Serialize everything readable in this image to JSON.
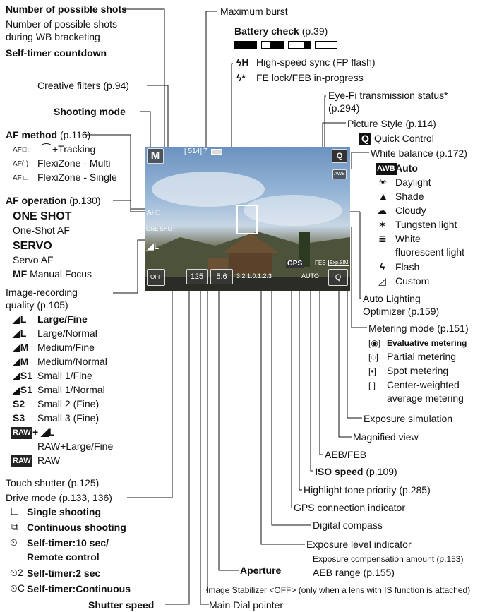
{
  "labels": {
    "num_shots": "Number of possible shots",
    "num_shots_wb1": "Number of possible shots",
    "num_shots_wb2": "during WB bracketing",
    "self_timer_countdown": "Self-timer countdown",
    "max_burst": "Maximum burst",
    "battery_check": "Battery check",
    "battery_page": " (p.39)",
    "hs_sync": "High-speed sync (FP flash)",
    "fe_lock": "FE lock/FEB in-progress",
    "creative_filters": "Creative filters (p.94)",
    "eyefi1": "Eye-Fi transmission status*",
    "eyefi2": "(p.294)",
    "shooting_mode": "Shooting mode",
    "picture_style": "Picture Style (p.114)",
    "quick_control": "Quick Control",
    "af_method": "AF method",
    "af_method_page": " (p.116)",
    "af_tracking": "+Tracking",
    "af_multi": "FlexiZone - Multi",
    "af_single": "FlexiZone - Single",
    "white_balance": "White balance (p.172)",
    "wb_auto": "Auto",
    "wb_daylight": "Daylight",
    "wb_shade": "Shade",
    "wb_cloudy": "Cloudy",
    "wb_tungsten": "Tungsten light",
    "wb_white1": "White",
    "wb_white2": "fluorescent light",
    "wb_flash": "Flash",
    "wb_custom": "Custom",
    "af_operation": "AF operation",
    "af_operation_page": " (p.130)",
    "one_shot_big": "ONE SHOT",
    "one_shot_af": "One-Shot AF",
    "servo_big": "SERVO",
    "servo_af": "Servo AF",
    "mf": "MF",
    "manual_focus": "Manual Focus",
    "alo1": "Auto Lighting",
    "alo2": "Optimizer (p.159)",
    "img_rec1": "Image-recording",
    "img_rec2": "quality (p.105)",
    "q_large_fine": "Large/Fine",
    "q_large_normal": "Large/Normal",
    "q_medium_fine": "Medium/Fine",
    "q_medium_normal": "Medium/Normal",
    "q_small1_fine": "Small 1/Fine",
    "q_small1_normal": "Small 1/Normal",
    "q_small2": "Small 2 (Fine)",
    "q_small3": "Small 3 (Fine)",
    "q_raw_large": "RAW+Large/Fine",
    "q_raw": "RAW",
    "metering_mode": "Metering mode (p.151)",
    "m_evaluative": "Evaluative metering",
    "m_partial": "Partial metering",
    "m_spot": "Spot metering",
    "m_center1": "Center-weighted",
    "m_center2": "average metering",
    "exposure_sim": "Exposure simulation",
    "magnified_view": "Magnified view",
    "touch_shutter": "Touch shutter (p.125)",
    "aeb_feb": "AEB/FEB",
    "drive_mode": "Drive mode (p.133, 136)",
    "iso_speed": "ISO speed",
    "iso_page": " (p.109)",
    "single_shooting": "Single shooting",
    "highlight_tone": "Highlight tone priority (p.285)",
    "continuous_shooting": "Continuous shooting",
    "gps_indicator": "GPS connection indicator",
    "st10_1": "Self-timer:10 sec/",
    "st10_2": "Remote control",
    "digital_compass": "Digital compass",
    "exp_level": "Exposure level indicator",
    "st2": "Self-timer:2 sec",
    "exp_comp": "Exposure compensation amount (p.153)",
    "stc": "Self-timer:Continuous",
    "aeb_range": "AEB range (p.155)",
    "aperture": "Aperture",
    "image_stabilizer": "Image Stabilizer <OFF> (only when a lens with IS function is attached)",
    "shutter_speed": "Shutter speed",
    "main_dial": "Main Dial pointer"
  },
  "icons": {
    "af_tracking_glyph": "AF⃝::",
    "af_face_glyph": "⁀",
    "af_multi_glyph": "AF( )",
    "af_single_glyph": "AF □",
    "q_large": "◢L",
    "q_medium": "◢M",
    "q_small1": "◢S1",
    "q_s2": "S2",
    "q_s3": "S3",
    "raw": "RAW",
    "raw_plus": "+",
    "flash_h": "ϟH",
    "fe_star": "ϟ*",
    "quick_q": "Q",
    "wb_awb": "AWB",
    "wb_sun": "☀",
    "wb_shade_glyph": "▲",
    "wb_cloud": "☁",
    "wb_tungsten_glyph": "✶",
    "wb_fluor": "≣",
    "wb_flash_glyph": "ϟ",
    "wb_custom_glyph": "◿",
    "m_eval": "[◉]",
    "m_part": "[◌]",
    "m_spot": "[•]",
    "m_center": "[ ]",
    "drive_single": "□",
    "drive_cont": "⧉",
    "st10": "⏲",
    "st2": "⏲2",
    "stc": "⏲C"
  },
  "lcd": {
    "mode": "M",
    "af_method": "AF□",
    "af_op": "ONE SHOT",
    "quality": "◢L",
    "shots": "[ 514]",
    "burst": "7",
    "quick": "Q",
    "wb": "AWB",
    "shutter": "125",
    "aperture": "5.6",
    "scale": "3.2.1.0.1.2.3",
    "gps": "GPS",
    "feb": "FEB",
    "iso": "AUTO",
    "expsim": "Exp.SIM",
    "touch": "OFF"
  }
}
